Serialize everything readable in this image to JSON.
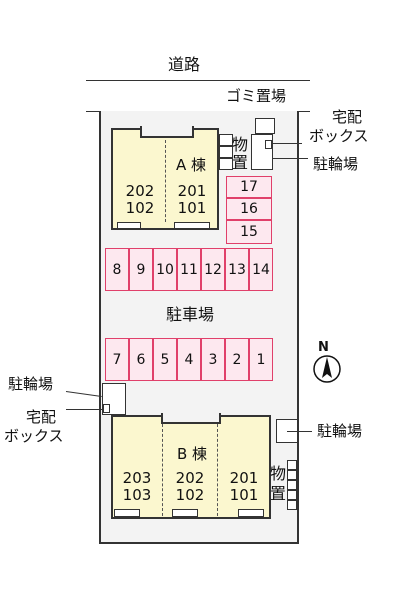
{
  "road": {
    "label": "道路"
  },
  "north": {
    "label": "N"
  },
  "labels": {
    "gomi": "ゴミ置場",
    "takuhai_top": [
      "宅配",
      "ボックス"
    ],
    "churin_top": "駐輪場",
    "monooki_a": [
      "物",
      "置"
    ],
    "parking": "駐車場",
    "churin_left": "駐輪場",
    "takuhai_left": [
      "宅配",
      "ボックス"
    ],
    "churin_right": "駐輪場",
    "monooki_b": [
      "物",
      "置"
    ]
  },
  "building_a": {
    "name": "A 棟",
    "units": [
      {
        "top": "202",
        "bottom": "102"
      },
      {
        "top": "201",
        "bottom": "101"
      }
    ]
  },
  "building_b": {
    "name": "B 棟",
    "units": [
      {
        "top": "203",
        "bottom": "103"
      },
      {
        "top": "202",
        "bottom": "102"
      },
      {
        "top": "201",
        "bottom": "101"
      }
    ]
  },
  "slots_right": [
    "17",
    "16",
    "15"
  ],
  "slots_middle": [
    "8",
    "9",
    "10",
    "11",
    "12",
    "13",
    "14"
  ],
  "slots_bottom": [
    "7",
    "6",
    "5",
    "4",
    "3",
    "2",
    "1"
  ]
}
